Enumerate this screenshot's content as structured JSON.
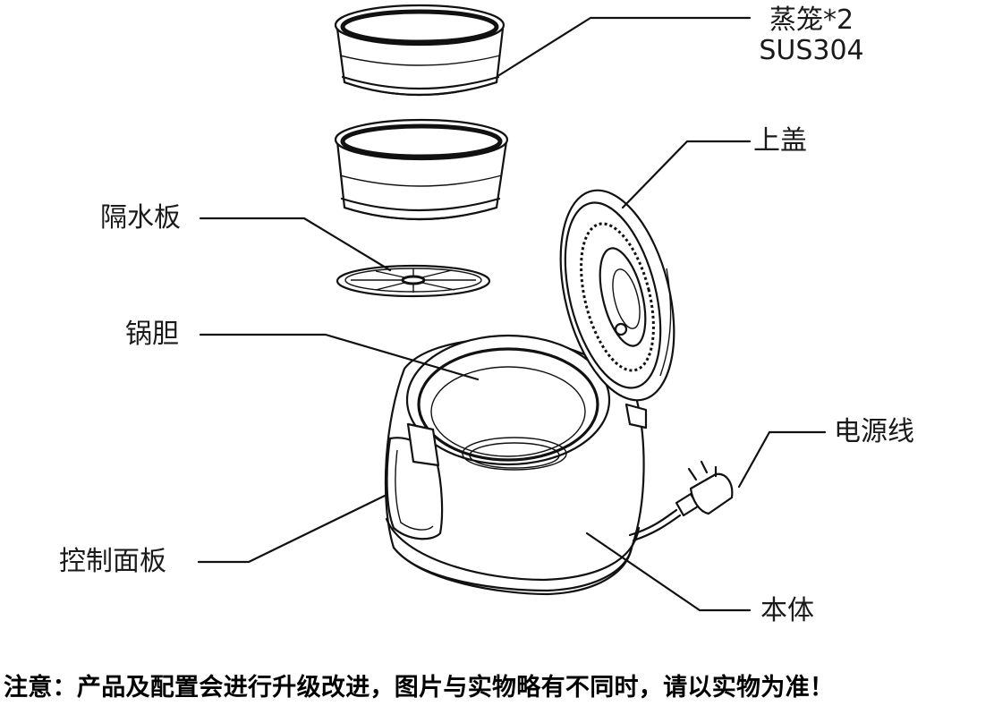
{
  "labels": {
    "steamer": "蒸笼*2",
    "steamer_material": "SUS304",
    "lid": "上盖",
    "water_plate": "隔水板",
    "inner_pot": "锅胆",
    "power_cord": "电源线",
    "control_panel": "控制面板",
    "body": "本体"
  },
  "notice": "注意：产品及配置会进行升级改进，图片与实物略有不同时，请以实物为准！"
}
